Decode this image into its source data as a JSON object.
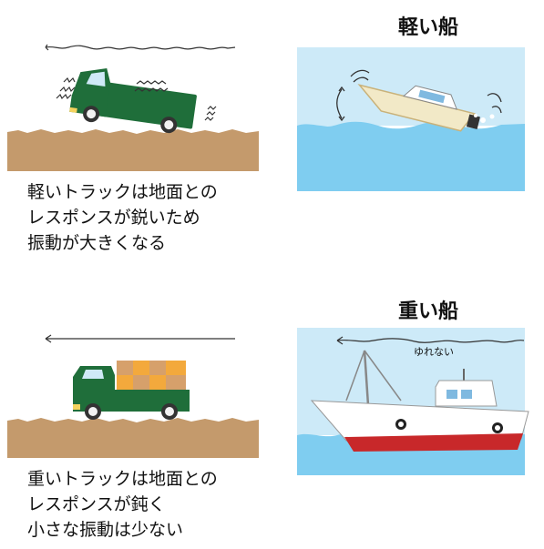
{
  "top": {
    "title": "軽い船",
    "caption_lines": [
      "軽いトラックは地面との",
      "レスポンスが鋭いため",
      "振動が大きくなる"
    ]
  },
  "bottom": {
    "title": "重い船",
    "wave_label": "ゆれない",
    "caption_lines": [
      "重いトラックは地面との",
      "レスポンスが鈍く",
      "小さな振動は少ない"
    ]
  },
  "colors": {
    "truck_green": "#1f6e3a",
    "ground_brown": "#c49a6c",
    "sky": "#cdeaf8",
    "sea": "#7fcdf0",
    "cargo_orange": "#f3a93c",
    "cargo_tan": "#d6a06b",
    "hull_red": "#c8282a"
  }
}
